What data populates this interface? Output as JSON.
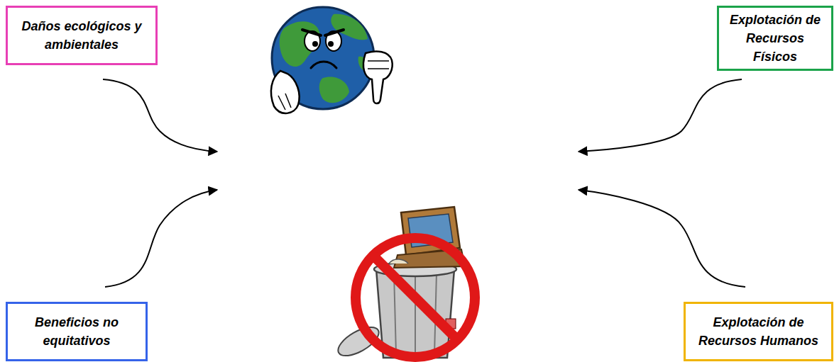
{
  "diagram": {
    "nodes": [
      {
        "text": [
          "Daños ecológicos y ambientales"
        ]
      },
      {
        "text": [
          "Explotación de Recursos Físicos"
        ]
      },
      {
        "text": [
          "Beneficios no equitativos"
        ]
      },
      {
        "text": [
          "Explotación de Recursos Humanos"
        ]
      }
    ]
  }
}
